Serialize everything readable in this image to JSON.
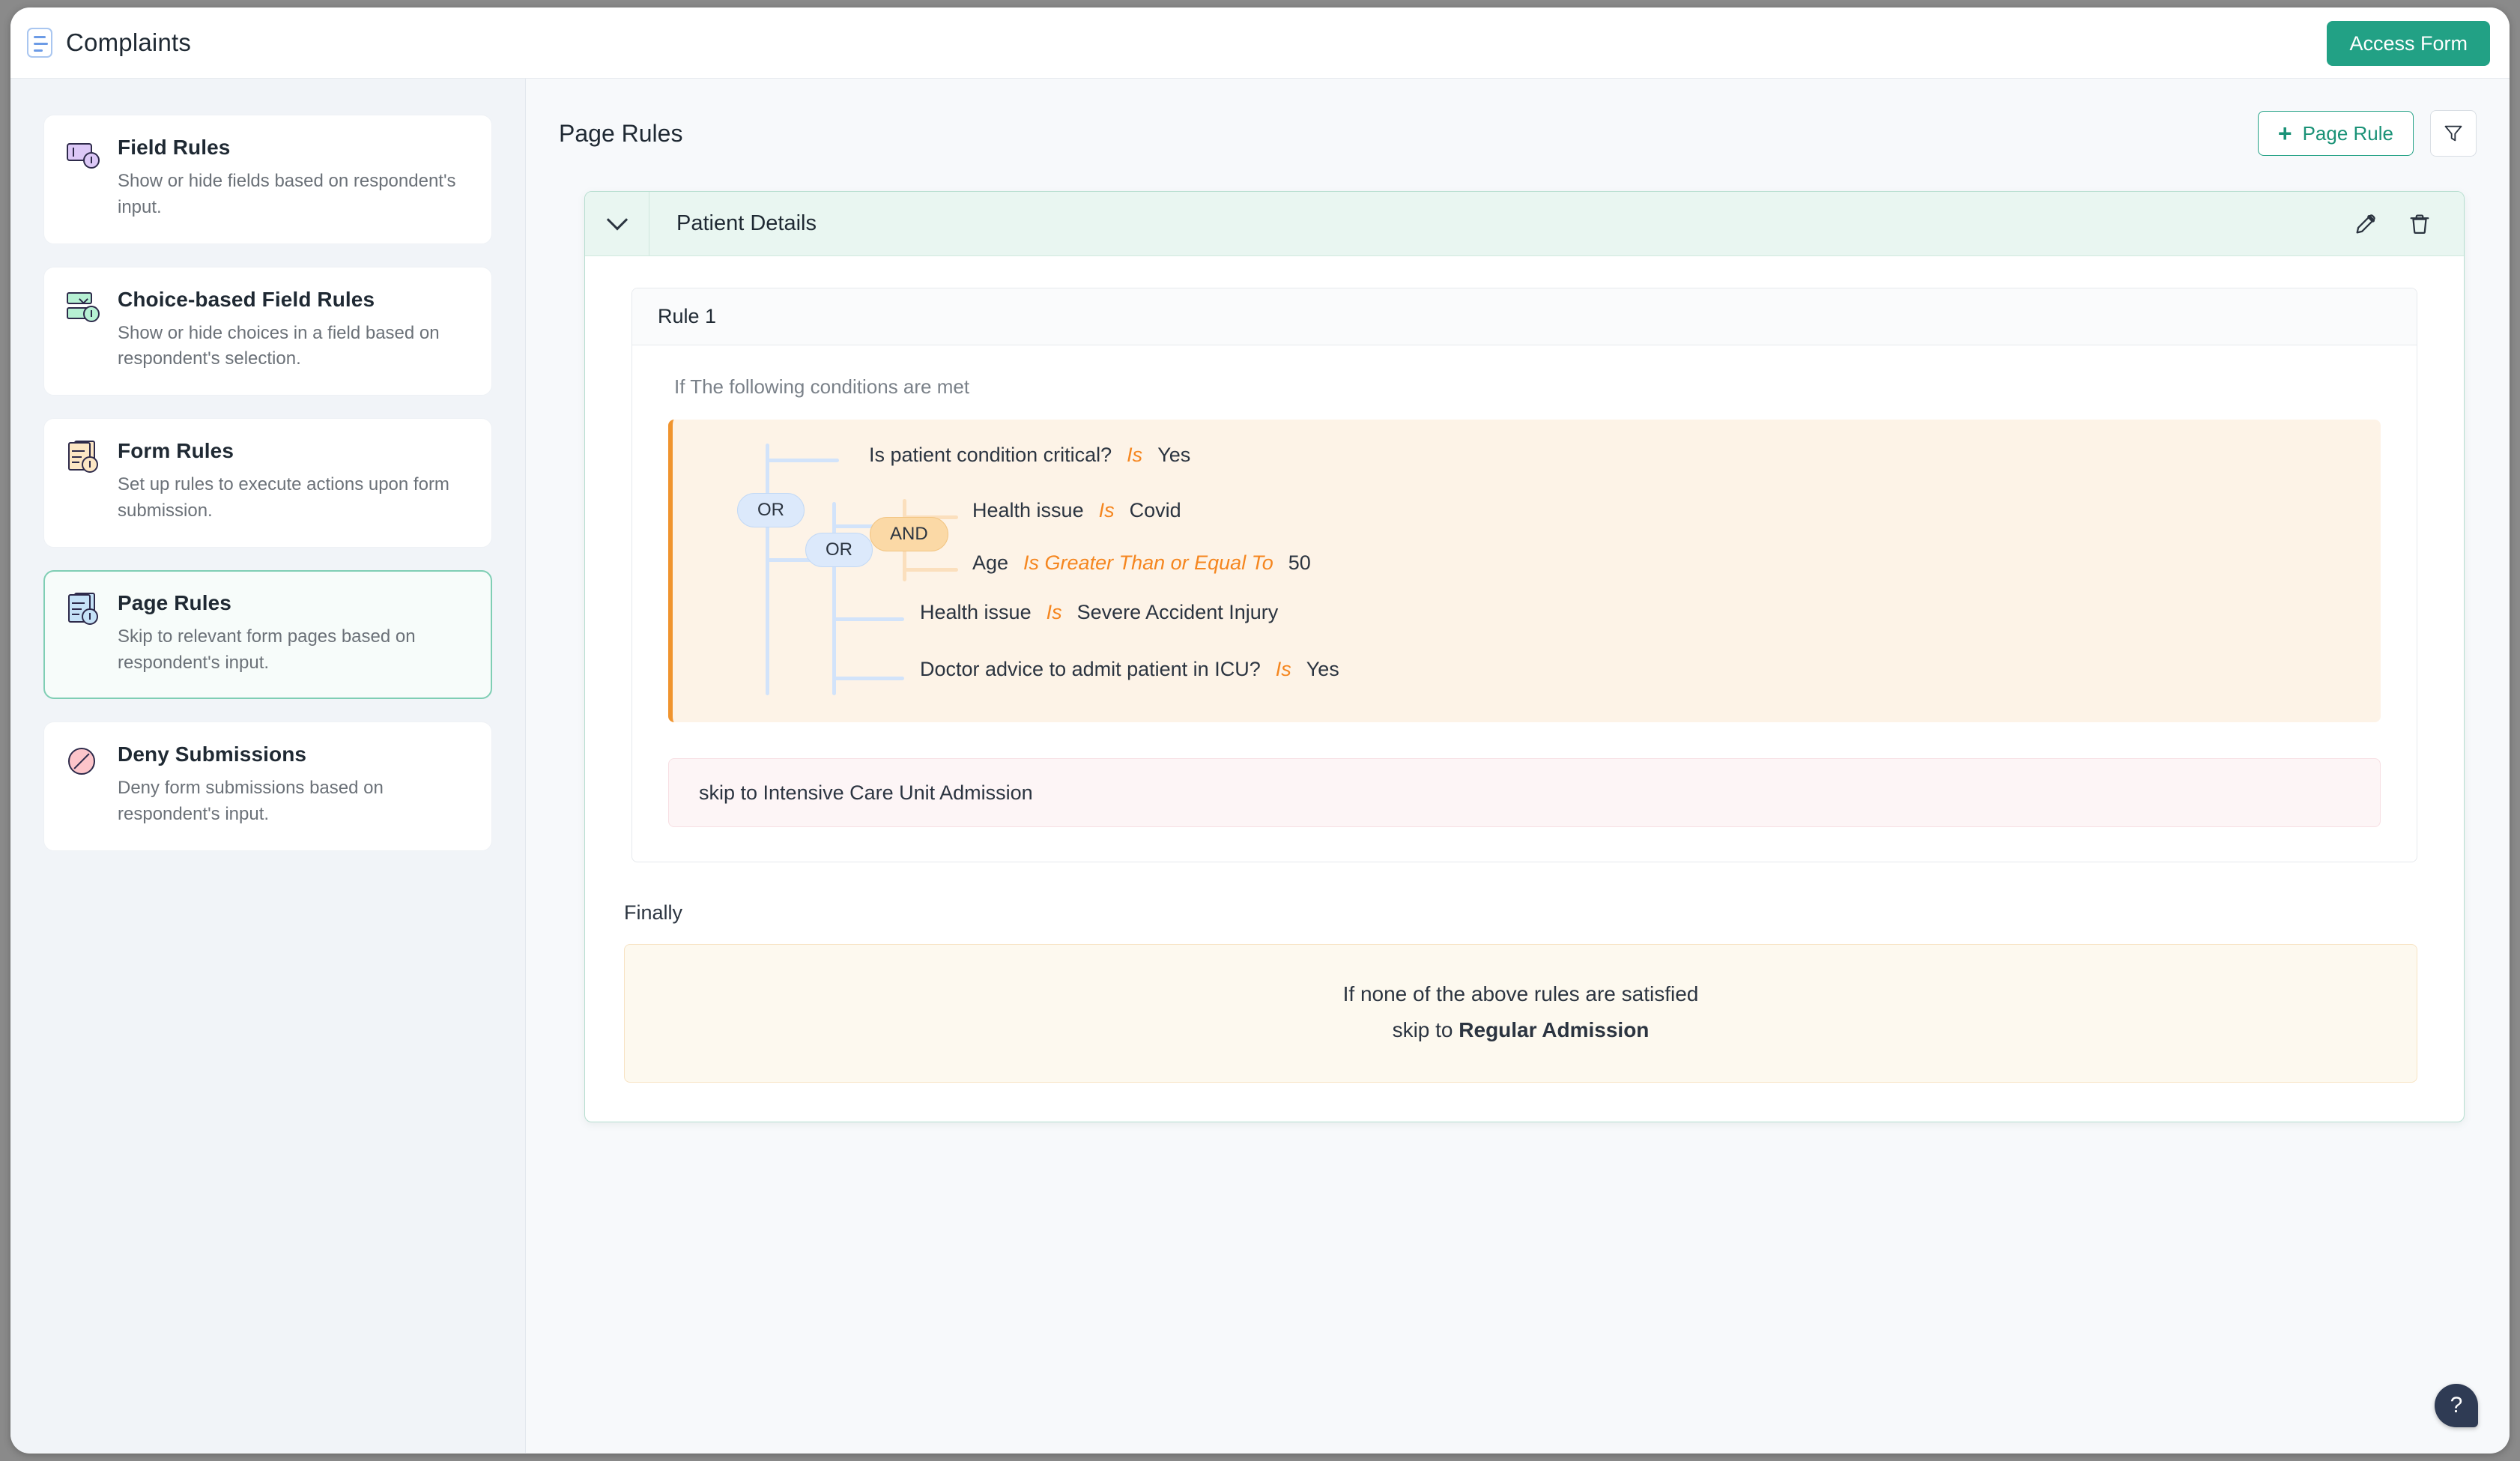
{
  "topbar": {
    "form_icon": "form-document-icon",
    "title": "Complaints",
    "access_form_label": "Access Form"
  },
  "sidebar": {
    "items": [
      {
        "icon": "field-rules-icon",
        "title": "Field Rules",
        "desc": "Show or hide fields based on respondent's input.",
        "selected": false
      },
      {
        "icon": "choice-based-field-rules-icon",
        "title": "Choice-based Field Rules",
        "desc": "Show or hide choices in a field based on respondent's selection.",
        "selected": false
      },
      {
        "icon": "form-rules-icon",
        "title": "Form Rules",
        "desc": "Set up rules to execute actions upon form submission.",
        "selected": false
      },
      {
        "icon": "page-rules-icon",
        "title": "Page Rules",
        "desc": "Skip to relevant form pages based on respondent's input.",
        "selected": true
      },
      {
        "icon": "deny-submissions-icon",
        "title": "Deny Submissions",
        "desc": "Deny form submissions based on respondent's input.",
        "selected": false
      }
    ]
  },
  "main": {
    "title": "Page Rules",
    "add_rule_label": "Page Rule",
    "add_rule_plus": "+",
    "filter_icon": "filter-funnel-icon",
    "group": {
      "chevron": "chevron-down-icon",
      "title": "Patient Details",
      "edit_icon": "pencil-edit-icon",
      "delete_icon": "trash-delete-icon"
    },
    "rule": {
      "name": "Rule 1",
      "if_label": "If The following conditions are met",
      "operators": {
        "outer_or": "OR",
        "inner_or": "OR",
        "and": "AND"
      },
      "conditions": [
        {
          "field": "Is patient condition critical?",
          "operator": "Is",
          "value": "Yes"
        },
        {
          "field": "Health issue",
          "operator": "Is",
          "value": "Covid"
        },
        {
          "field": "Age",
          "operator": "Is Greater Than or Equal To",
          "value": "50"
        },
        {
          "field": "Health issue",
          "operator": "Is",
          "value": "Severe Accident Injury"
        },
        {
          "field": "Doctor advice to admit patient in ICU?",
          "operator": "Is",
          "value": "Yes"
        }
      ],
      "action": "skip to Intensive Care Unit Admission"
    },
    "finally": {
      "label": "Finally",
      "line1": "If none of the above rules are satisfied",
      "line2_prefix": "skip to ",
      "line2_target": "Regular Admission"
    }
  },
  "help": {
    "icon": "help-question-icon",
    "label": "?"
  },
  "colors": {
    "brand_green": "#22a185",
    "selected_border": "#7fceb4",
    "group_header_bg": "#e9f6f1",
    "condition_bg": "#fdf3e7",
    "condition_accent": "#f0942e",
    "operator_orange": "#f5861f",
    "or_badge_bg": "#dce9fb",
    "and_badge_bg": "#fbd9a6",
    "action_bg": "#fdf5f6",
    "finally_bg": "#fdf9ef",
    "help_bg": "#2f3b54"
  }
}
